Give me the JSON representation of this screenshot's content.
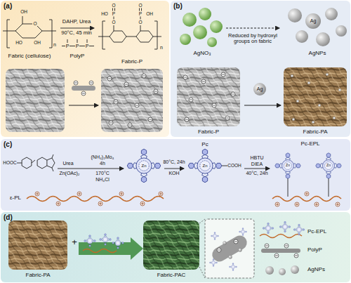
{
  "diagram": {
    "nodes": [
      {
        "text": [
          "(a)"
        ]
      },
      {
        "text": [
          "(b)"
        ]
      },
      {
        "text": [
          "(c)"
        ]
      },
      {
        "text": [
          "(d)"
        ]
      }
    ],
    "labels": [
      "OH",
      "O",
      "HO",
      "OH",
      "n",
      "DAHP, Urea",
      "90°C, 45 min",
      "P",
      "P",
      "P",
      "PolyP",
      "Fabric (cellulose)",
      "O",
      "HO",
      "P",
      "O",
      "O",
      "P",
      "OH",
      "O",
      "n",
      "Fabric-P",
      "AgNO₃",
      "Reduced by hydroxyl groups on fabric",
      "Ag",
      "AgNPs",
      "Ag",
      "Fabric-P",
      "Fabric-PA",
      "HOOC",
      "Urea",
      "Zn(OAc)₂",
      "(NH₄)₂Mo₄",
      "4h",
      "170°C",
      "NH₄Cl",
      "Zn",
      "80°C, 24h",
      "KOH",
      "Pc",
      "Zn",
      "COOH",
      "ε-PL",
      "HBTU",
      "DIEA",
      "40°C, 24h",
      "Pc-EPL",
      "Zn",
      "Zn",
      "Fabric-PA",
      "+",
      "Fabric-PAC"
    ],
    "legend": [
      {
        "text": "Pc-EPL"
      },
      {
        "text": "PolyP"
      },
      {
        "text": "AgNPs"
      }
    ]
  }
}
